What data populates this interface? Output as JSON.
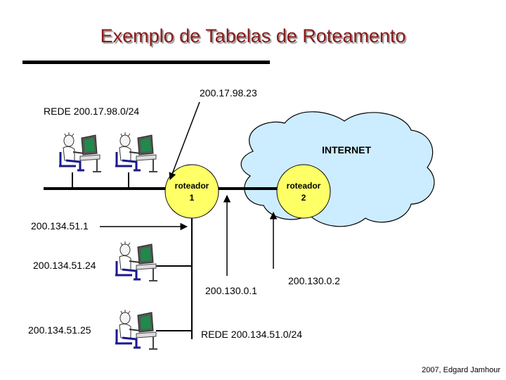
{
  "slide": {
    "title": "Exemplo de Tabelas de Roteamento",
    "footer": "2007, Edgard Jamhour"
  },
  "labels": {
    "ip_top": "200.17.98.23",
    "rede_top": "REDE 200.17.98.0/24",
    "internet": "INTERNET",
    "ip_r1_left": "200.134.51.1",
    "ip_host_middle": "200.134.51.24",
    "ip_r1_bottom": "200.130.0.1",
    "ip_r2_bottom": "200.130.0.2",
    "ip_host_bottom": "200.134.51.25",
    "rede_bottom": "REDE 200.134.51.0/24"
  },
  "routers": [
    {
      "line1": "roteador",
      "line2": "1"
    },
    {
      "line1": "roteador",
      "line2": "2"
    }
  ],
  "colors": {
    "title": "#8b1a1a",
    "router_fill": "#ffff66",
    "cloud_fill": "#ccecff",
    "line": "#000000"
  },
  "icons": [
    "person-at-computer-icon",
    "person-at-computer-icon",
    "person-at-computer-icon",
    "person-at-computer-icon"
  ]
}
